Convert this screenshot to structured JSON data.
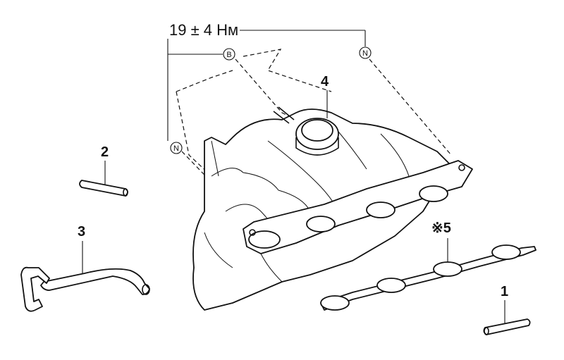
{
  "torque_label": "19 ± 4 Нм",
  "markers": {
    "b": "B",
    "n_top": "N",
    "n_left": "N"
  },
  "callouts": {
    "part1": "1",
    "part2": "2",
    "part3": "3",
    "part4": "4",
    "part5": "※5"
  }
}
